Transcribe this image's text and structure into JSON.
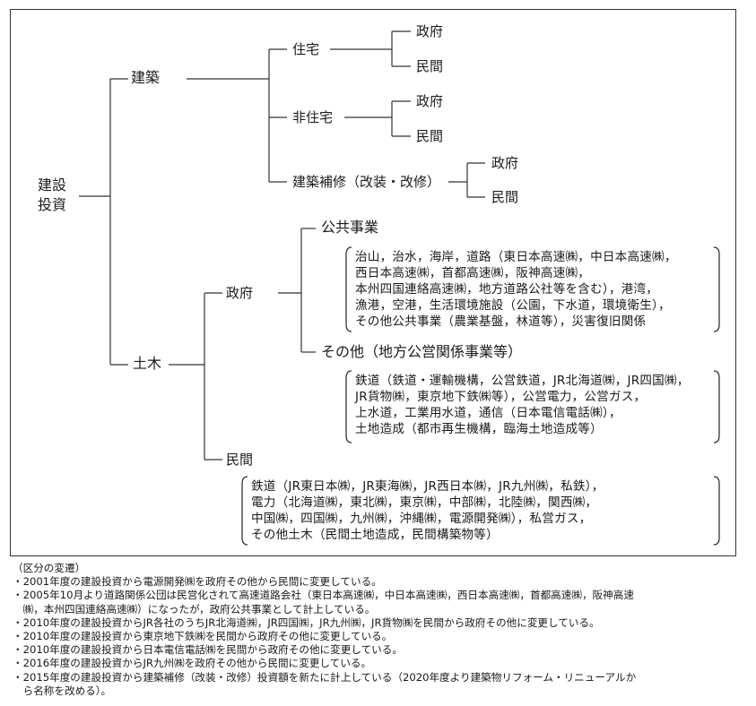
{
  "root": {
    "line1": "建設",
    "line2": "投資"
  },
  "kenchiku": {
    "label": "建築",
    "jutaku": {
      "label": "住宅",
      "children": [
        "政府",
        "民間"
      ]
    },
    "hijutaku": {
      "label": "非住宅",
      "children": [
        "政府",
        "民間"
      ]
    },
    "hoshu": {
      "label": "建築補修（改装・改修）",
      "children": [
        "政府",
        "民間"
      ]
    }
  },
  "doboku": {
    "label": "土木",
    "seifu": {
      "label": "政府",
      "kokyo": {
        "label": "公共事業",
        "lines": [
          "治山，治水，海岸，道路（東日本高速㈱，中日本高速㈱，",
          "西日本高速㈱，首都高速㈱，阪神高速㈱，",
          "本州四国連絡高速㈱，地方道路公社等を含む），港湾，",
          "漁港，空港，生活環境施設（公園，下水道，環境衛生），",
          "その他公共事業（農業基盤，林道等），災害復旧関係"
        ]
      },
      "sonota": {
        "label": "その他（地方公営関係事業等）",
        "lines": [
          "鉄道（鉄道・運輸機構，公営鉄道，JR北海道㈱，JR四国㈱，",
          "JR貨物㈱，東京地下鉄㈱等），公営電力，公営ガス，",
          "上水道，工業用水道，通信（日本電信電話㈱），",
          "土地造成（都市再生機構，臨海土地造成等）"
        ]
      }
    },
    "minkan": {
      "label": "民間",
      "lines": [
        "鉄道（JR東日本㈱，JR東海㈱，JR西日本㈱，JR九州㈱，私鉄），",
        "電力（北海道㈱，東北㈱，東京㈱，中部㈱，北陸㈱，関西㈱，",
        "中国㈱，四国㈱，九州㈱，沖縄㈱，電源開発㈱），私営ガス，",
        "その他土木（民間土地造成，民間構築物等）"
      ]
    }
  },
  "notes": [
    "（区分の変遷）",
    "・2001年度の建設投資から電源開発㈱を政府その他から民間に変更している。",
    "・2005年10月より道路関係公団は民営化されて高速道路会社（東日本高速㈱，中日本高速㈱，西日本高速㈱，首都高速㈱，阪神高速",
    "　㈱，本州四国連絡高速㈱）になったが，政府公共事業として計上している。",
    "・2010年度の建設投資からJR各社のうちJR北海道㈱，JR四国㈱，JR九州㈱，JR貨物㈱を民間から政府その他に変更している。",
    "・2010年度の建設投資から東京地下鉄㈱を民間から政府その他に変更している。",
    "・2010年度の建設投資から日本電信電話㈱を民間から政府その他に変更している。",
    "・2016年度の建設投資からJR九州㈱を政府その他から民間に変更している。",
    "・2015年度の建設投資から建築補修（改装・改修）投資額を新たに計上している（2020年度より建築物リフォーム・リニューアルか",
    "　ら名称を改める）。"
  ]
}
